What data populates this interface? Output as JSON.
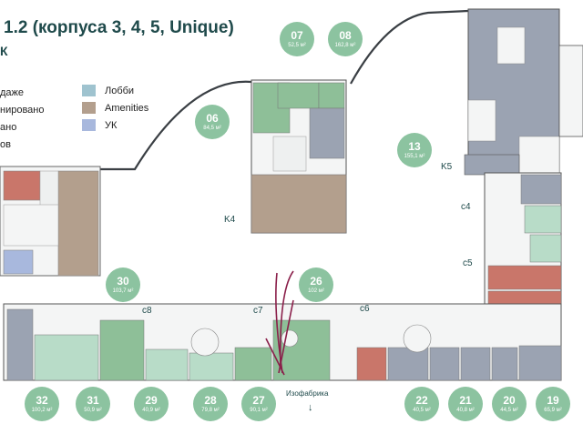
{
  "header": {
    "title": "1.2 (корпуса 3, 4, 5, Unique)",
    "subtitle": "К"
  },
  "legend": {
    "left": [
      {
        "label": "даже"
      },
      {
        "label": "нировано"
      },
      {
        "label": "ано"
      },
      {
        "label": "ов"
      }
    ],
    "right": [
      {
        "label": "Лобби",
        "color": "#9fc3cf"
      },
      {
        "label": "Amenities",
        "color": "#b39f8d"
      },
      {
        "label": "УК",
        "color": "#a8b8dd"
      }
    ]
  },
  "colors": {
    "accent": "#8cc3a0",
    "sold_gray": "#9ba3b2",
    "reserved_red": "#c9766a",
    "green": "#8ebf98",
    "light_green": "#b8dcc8",
    "amenities": "#b39f8d",
    "uk_blue": "#a8b8dd"
  },
  "buildings": {
    "k4": "K4",
    "k5": "K5",
    "c4": "c4",
    "c5": "c5",
    "c6": "c6",
    "c7": "c7",
    "c8": "c8"
  },
  "badges": [
    {
      "num": "07",
      "area": "52,5 м²"
    },
    {
      "num": "08",
      "area": "162,8 м²"
    },
    {
      "num": "06",
      "area": "84,5 м²"
    },
    {
      "num": "13",
      "area": "155,1 м²"
    },
    {
      "num": "30",
      "area": "103,7 м²"
    },
    {
      "num": "26",
      "area": "102 м²"
    },
    {
      "num": "32",
      "area": "100,2 м²"
    },
    {
      "num": "31",
      "area": "50,9 м²"
    },
    {
      "num": "29",
      "area": "40,9 м²"
    },
    {
      "num": "28",
      "area": "79,8 м²"
    },
    {
      "num": "27",
      "area": "90,1 м²"
    },
    {
      "num": "22",
      "area": "40,5 м²"
    },
    {
      "num": "21",
      "area": "40,8 м²"
    },
    {
      "num": "20",
      "area": "44,5 м²"
    },
    {
      "num": "19",
      "area": "65,9 м²"
    }
  ],
  "izofabrika": "Изофабрика",
  "arrow": "↓"
}
